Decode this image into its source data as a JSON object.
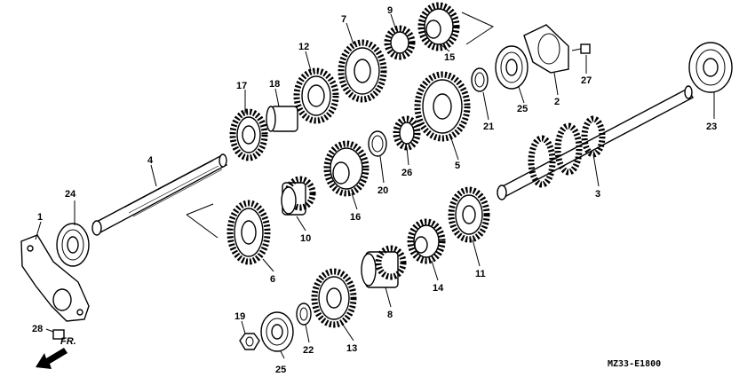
{
  "diagram": {
    "labels": [
      "1",
      "2",
      "3",
      "4",
      "5",
      "6",
      "7",
      "8",
      "9",
      "10",
      "11",
      "12",
      "13",
      "14",
      "15",
      "17",
      "18",
      "19",
      "20",
      "21",
      "22",
      "23",
      "24",
      "25",
      "25",
      "26",
      "27",
      "28",
      "16"
    ],
    "direction_label": "FR.",
    "code": "MZ33-E1800"
  }
}
